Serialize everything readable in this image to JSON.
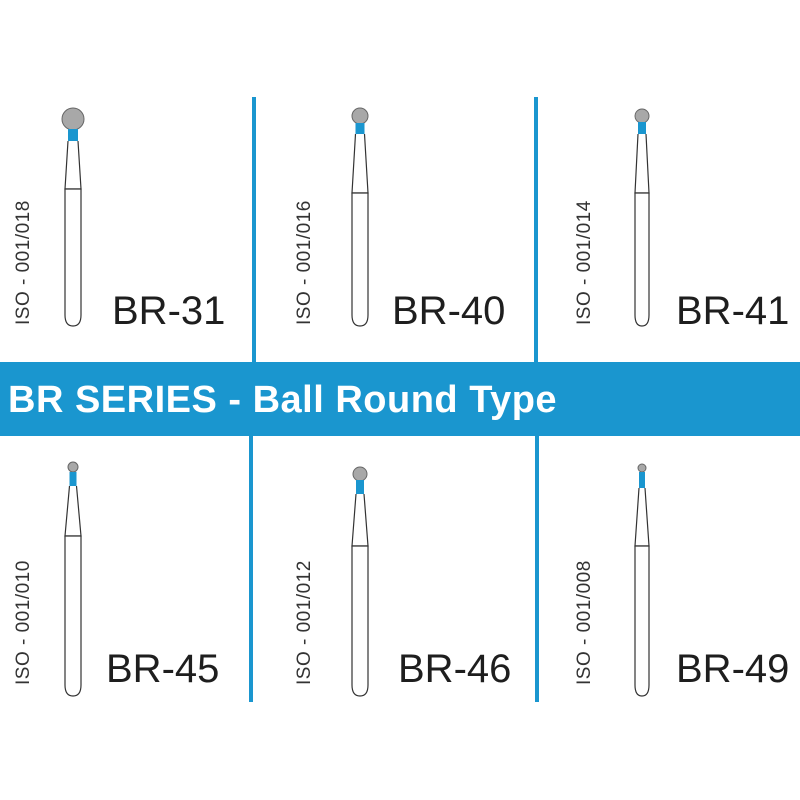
{
  "title": "BR SERIES - Ball Round Type",
  "colors": {
    "accent": "#1a96cf",
    "head": "#a8a8a8",
    "text": "#1e1e1e"
  },
  "burs": [
    {
      "code": "BR-31",
      "iso": "ISO - 001/018"
    },
    {
      "code": "BR-40",
      "iso": "ISO - 001/016"
    },
    {
      "code": "BR-41",
      "iso": "ISO - 001/014"
    },
    {
      "code": "BR-45",
      "iso": "ISO - 001/010"
    },
    {
      "code": "BR-46",
      "iso": "ISO - 001/012"
    },
    {
      "code": "BR-49",
      "iso": "ISO - 001/008"
    }
  ]
}
